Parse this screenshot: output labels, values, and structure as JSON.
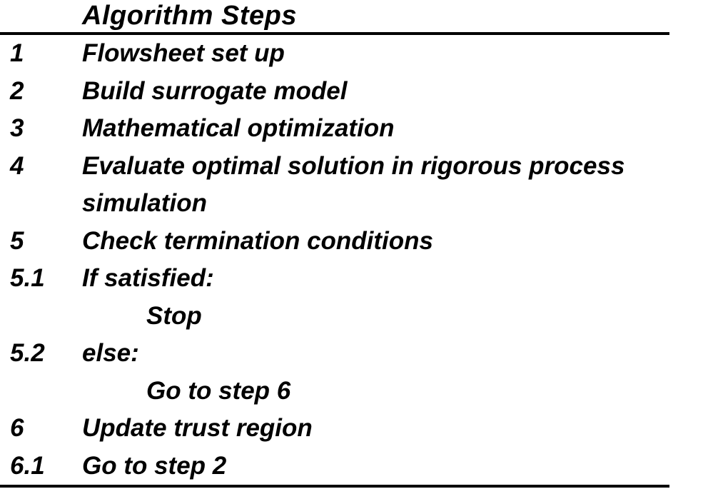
{
  "table": {
    "title": "Algorithm Steps",
    "rows": [
      {
        "num": "1",
        "text": "Flowsheet set up",
        "indent": false
      },
      {
        "num": "2",
        "text": "Build surrogate model",
        "indent": false
      },
      {
        "num": "3",
        "text": "Mathematical optimization",
        "indent": false
      },
      {
        "num": "4",
        "text": "Evaluate optimal solution in rigorous process\nsimulation",
        "indent": false
      },
      {
        "num": "5",
        "text": "Check termination conditions",
        "indent": false
      },
      {
        "num": "5.1",
        "text": "If satisfied:",
        "indent": false
      },
      {
        "num": "",
        "text": "Stop",
        "indent": true
      },
      {
        "num": "5.2",
        "text": "else:",
        "indent": false
      },
      {
        "num": "",
        "text": "Go to step 6",
        "indent": true
      },
      {
        "num": "6",
        "text": "Update trust region",
        "indent": false
      },
      {
        "num": "6.1",
        "text": "Go to step 2",
        "indent": false
      }
    ]
  },
  "colors": {
    "text": "#000000",
    "background": "#ffffff",
    "rule": "#000000"
  }
}
